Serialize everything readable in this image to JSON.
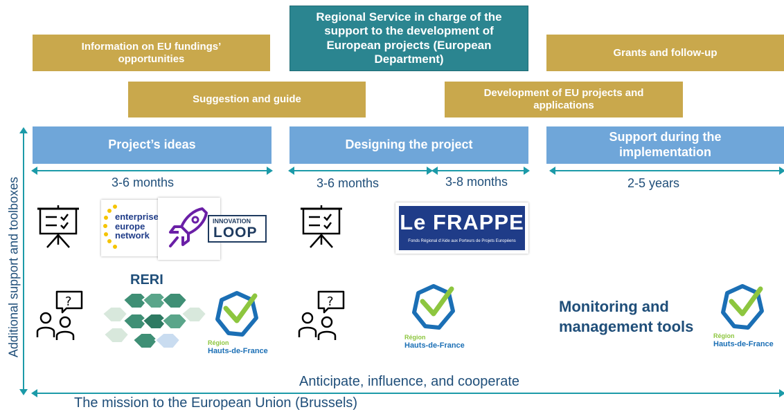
{
  "top_boxes": {
    "info": "Information  on EU fundings’ opportunities",
    "regional_service": "Regional Service in charge of the support to the development of European projects (European Department)",
    "grants": "Grants and follow-up",
    "suggestion": "Suggestion and guide",
    "development": "Development of EU projects and applications"
  },
  "phases": {
    "ideas": "Project’s ideas",
    "designing": "Designing the project",
    "support": "Support during the implementation"
  },
  "durations": {
    "d1": "3-6 months",
    "d2": "3-6 months",
    "d3": "3-8 months",
    "d4": "2-5 years"
  },
  "side_label": "Additional support and toolboxes",
  "logos": {
    "een_line1": "enterprise",
    "een_line2": "europe",
    "een_line3": "network",
    "innovation_top": "INNOVATION",
    "innovation_bottom": "LOOP",
    "frappe_title": "Le FRAPPE",
    "frappe_sub": "Fonds Régional d’Aide aux Porteurs de Projets Européens",
    "reri": "RERI",
    "region_line1": "Région",
    "region_line2": "Hauts-de-France"
  },
  "monitoring": "Monitoring and management tools",
  "bottom": {
    "anticipate": "Anticipate, influence, and cooperate",
    "mission": "The mission to the European Union (Brussels)"
  },
  "colors": {
    "gold": "#C9A84C",
    "teal": "#2B8590",
    "blue": "#6FA6D9",
    "arrow": "#1B9AA8",
    "text": "#1F4E79",
    "region_green": "#8DC63F",
    "region_blue": "#1B6FB5"
  }
}
